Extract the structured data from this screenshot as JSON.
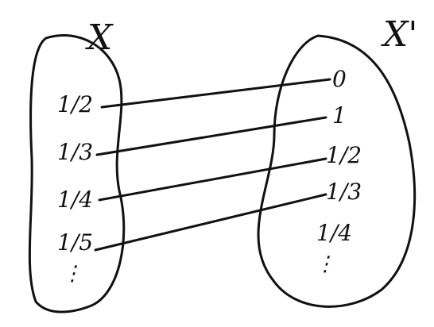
{
  "set_x": {
    "name": "X",
    "elements": [
      "1/2",
      "1/3",
      "1/4",
      "1/5"
    ],
    "ellipsis": "⋮"
  },
  "set_x_prime": {
    "name": "X'",
    "elements": [
      "0",
      "1",
      "1/2",
      "1/3",
      "1/4"
    ],
    "ellipsis": "⋮"
  },
  "mapping": [
    {
      "from": "1/2",
      "to": "0"
    },
    {
      "from": "1/3",
      "to": "1"
    },
    {
      "from": "1/4",
      "to": "1/2"
    },
    {
      "from": "1/5",
      "to": "1/3"
    }
  ],
  "colors": {
    "ink": "#111111",
    "background": "#ffffff"
  }
}
